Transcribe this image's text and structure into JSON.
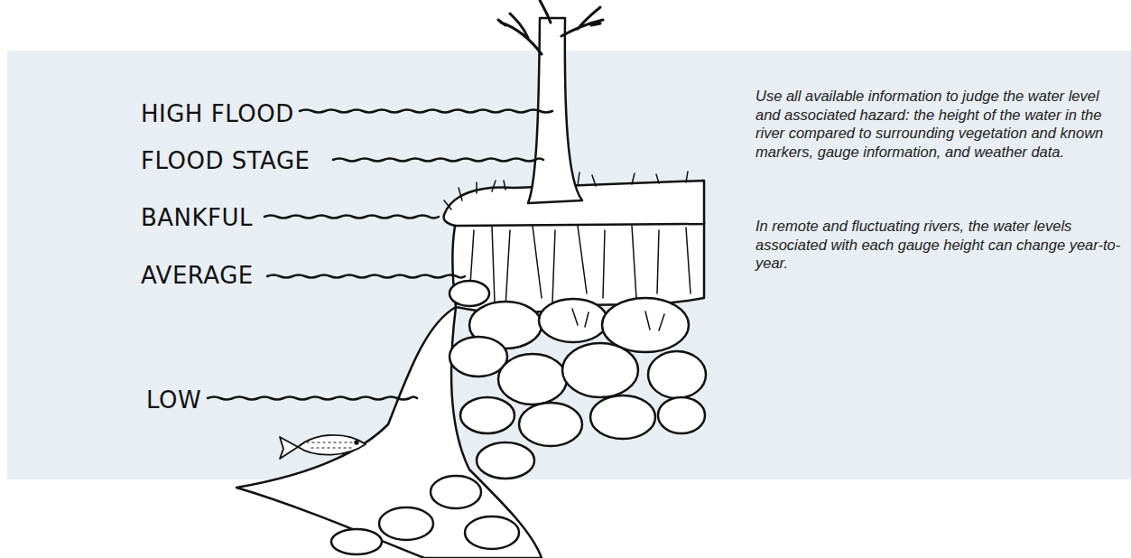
{
  "diagram": {
    "labels": [
      "HIGH FLOOD",
      "FLOOD STAGE",
      "BANKFUL",
      "AVERAGE",
      "LOW",
      "Use all available information to judge the water level and associated hazard: the height of the water in the river compared to surrounding vegetation and known markers, gauge information, and weather data.",
      "In remote and fluctuating rivers, the water levels associated with each gauge height can change year-to-year."
    ]
  }
}
